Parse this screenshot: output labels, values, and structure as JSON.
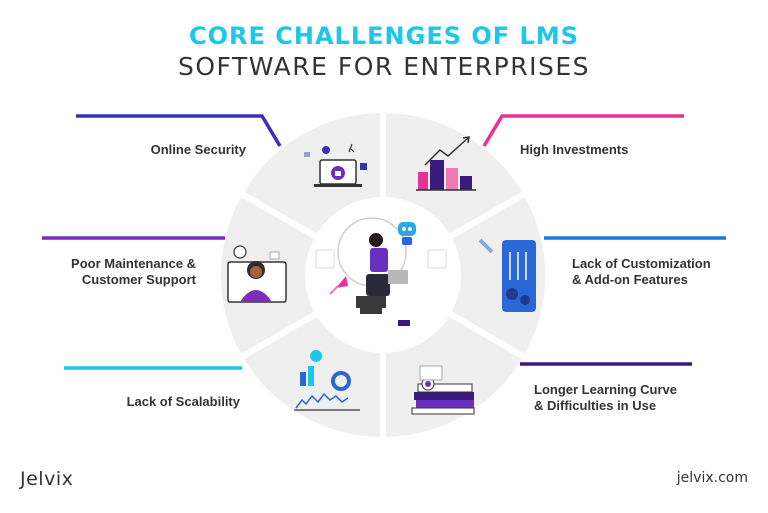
{
  "title": {
    "line1": "CORE CHALLENGES OF LMS",
    "line2": "SOFTWARE FOR ENTERPRISES"
  },
  "challenges": {
    "online_security": "Online Security",
    "high_investments": "High Investments",
    "poor_maintenance": "Poor Maintenance &",
    "customer_support": "Customer Support",
    "lack_customization": "Lack of Customization",
    "addon_features": "& Add-on Features",
    "lack_scalability": "Lack of Scalability",
    "learning_curve": "Longer Learning Curve",
    "difficulties": "& Difficulties in Use"
  },
  "footer": {
    "brand": "Jelvix",
    "url": "jelvix.com"
  },
  "colors": {
    "title_cyan": "#1ec6ea",
    "title_dark": "#333333",
    "security_line": "#3a2fb8",
    "investments_line": "#e8309a",
    "maintenance_line": "#7b2fb8",
    "customization_line": "#1e78d8",
    "scalability_line": "#1ec6ea",
    "learning_line": "#3a1a7a",
    "wheel_bg": "#f0f0f0",
    "purple_accent": "#6a2fc0"
  },
  "icons": [
    "laptop-lock-icon",
    "chart-bars-icon",
    "support-agent-icon",
    "mobile-gears-icon",
    "analytics-charts-icon",
    "books-study-icon",
    "woman-laptop-illustration",
    "robot-icon",
    "rocket-icon"
  ]
}
